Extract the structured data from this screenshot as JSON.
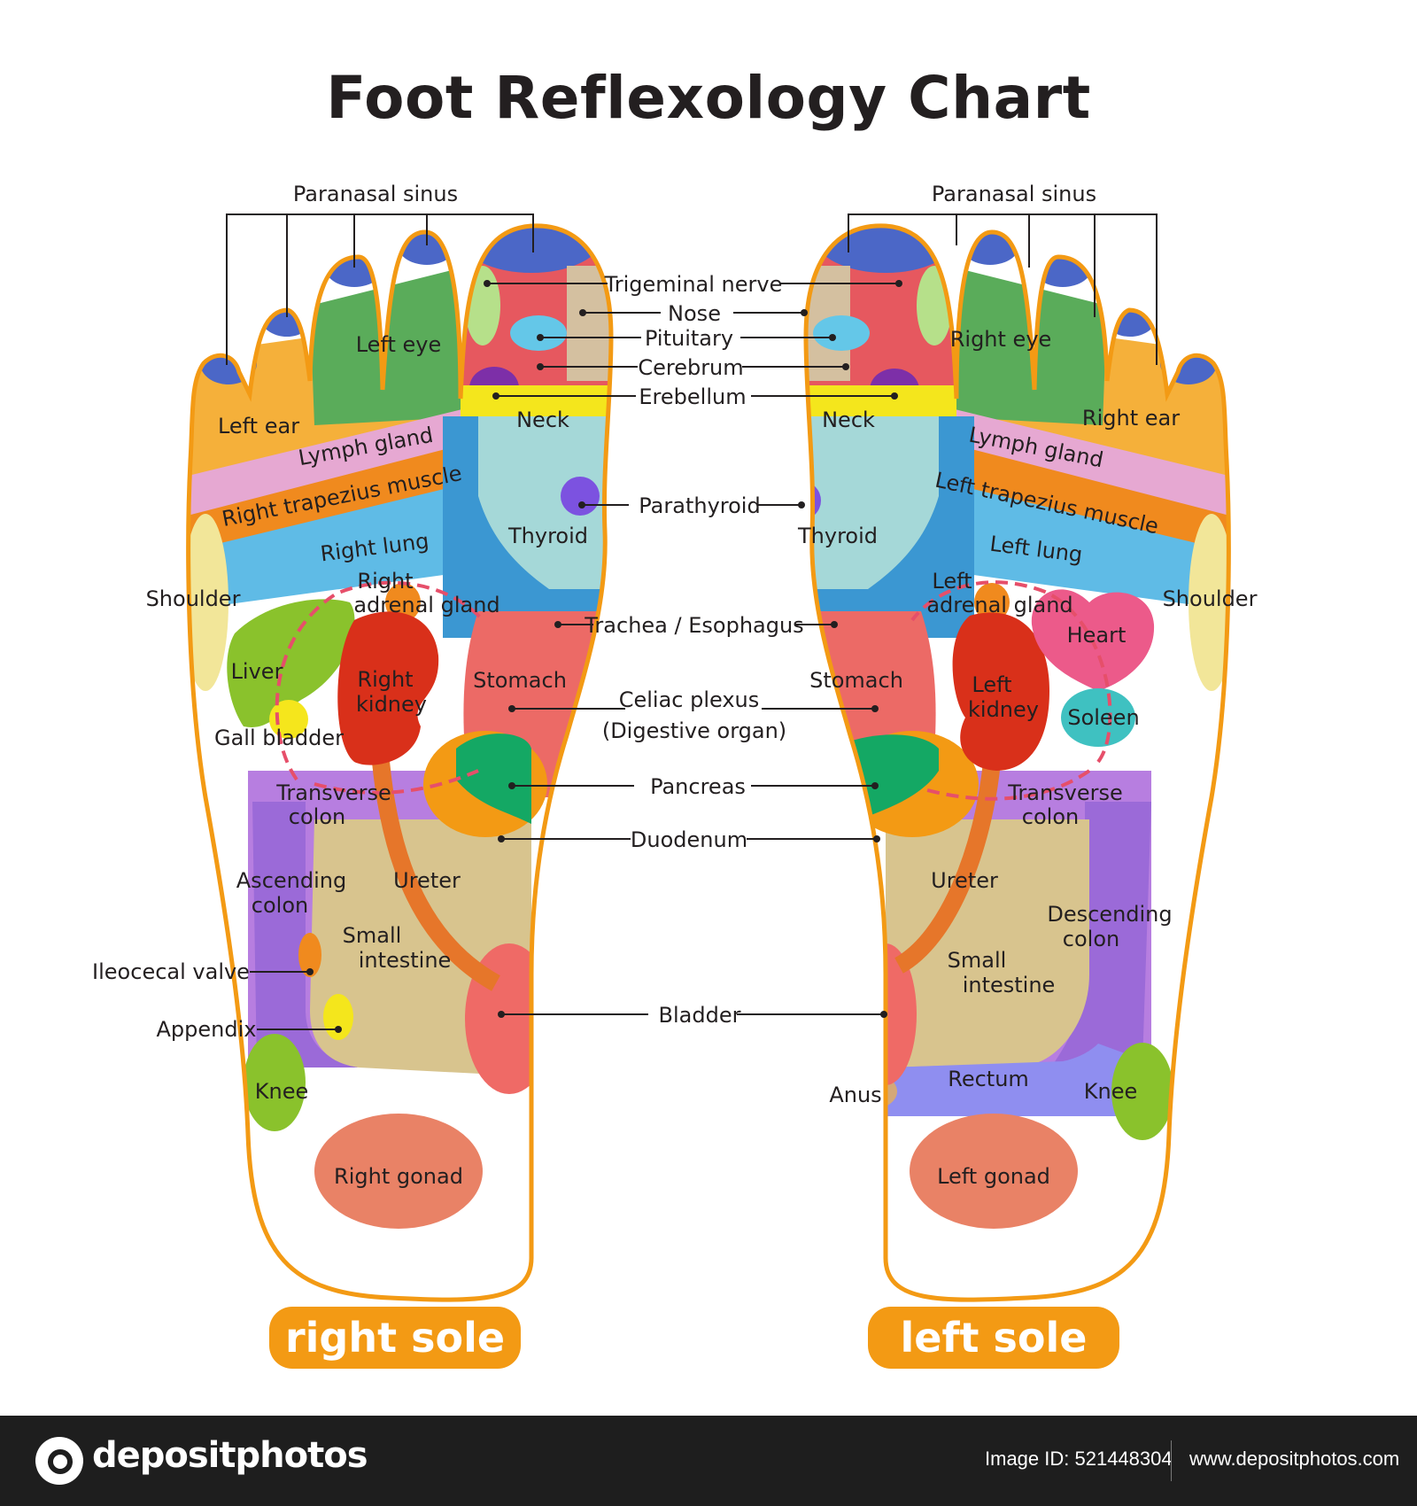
{
  "title": "Foot Reflexology Chart",
  "colors": {
    "outline": "#f39a14",
    "toe_tip": "#4b67c7",
    "eye": "#5aac5a",
    "ear": "#f5b03a",
    "lymph": "#e6a8d2",
    "trapezius": "#f08a1e",
    "lung": "#5fbbe6",
    "shoulder": "#f2e699",
    "head": "#e6585f",
    "nose": "#d4c0a0",
    "trigeminal": "#b6e08a",
    "pituitary": "#64c7e8",
    "cerebellum": "#7d2fa8",
    "neck": "#f4e61c",
    "thyroid": "#a5d8d8",
    "trachea": "#3b97d2",
    "parathyroid": "#7c52e0",
    "liver": "#8ac22c",
    "gall_bladder": "#f5e61c",
    "kidney": "#d9301a",
    "adrenal": "#f08a1e",
    "stomach": "#ec6a66",
    "pancreas": "#14a864",
    "duodenum": "#f39a14",
    "colon": "#9b6ad8",
    "small_intestine": "#d8c48e",
    "ureter": "#e6762a",
    "bladder": "#ef6a66",
    "knee": "#8ac22c",
    "gonad": "#e98266",
    "heart": "#ec5a8a",
    "spleen": "#3fc1c1",
    "rectum": "#8f8ef0",
    "anus": "#d4a878",
    "dashed": "#e64f6a"
  },
  "labels": {
    "paranasal_r": "Paranasal sinus",
    "paranasal_l": "Paranasal sinus",
    "trigeminal": "Trigeminal nerve",
    "nose": "Nose",
    "pituitary": "Pituitary",
    "cerebrum": "Cerebrum",
    "erebellum": "Erebellum",
    "parathyroid": "Parathyroid",
    "trachea": "Trachea / Esophagus",
    "celiac_1": "Celiac plexus",
    "celiac_2": "(Digestive organ)",
    "pancreas": "Pancreas",
    "duodenum": "Duodenum",
    "bladder": "Bladder",
    "ileocecal": "Ileocecal valve",
    "appendix": "Appendix",
    "right": {
      "left_eye": "Left eye",
      "left_ear": "Left ear",
      "lymph": "Lymph gland",
      "trapezius": "Right trapezius muscle",
      "lung": "Right lung",
      "shoulder": "Shoulder",
      "neck": "Neck",
      "thyroid": "Thyroid",
      "adrenal_1": "Right",
      "adrenal_2": "adrenal gland",
      "liver": "Liver",
      "gall": "Gall bladder",
      "kidney_1": "Right",
      "kidney_2": "kidney",
      "stomach": "Stomach",
      "transverse_1": "Transverse",
      "transverse_2": "colon",
      "ascending_1": "Ascending",
      "ascending_2": "colon",
      "ureter": "Ureter",
      "small_1": "Small",
      "small_2": "intestine",
      "knee": "Knee",
      "gonad": "Right gonad",
      "sole": "right sole"
    },
    "left": {
      "right_eye": "Right eye",
      "right_ear": "Right ear",
      "lymph": "Lymph gland",
      "trapezius": "Left trapezius muscle",
      "lung": "Left lung",
      "shoulder": "Shoulder",
      "neck": "Neck",
      "thyroid": "Thyroid",
      "adrenal_1": "Left",
      "adrenal_2": "adrenal gland",
      "heart": "Heart",
      "spleen": "Soleen",
      "kidney_1": "Left",
      "kidney_2": "kidney",
      "stomach": "Stomach",
      "transverse_1": "Transverse",
      "transverse_2": "colon",
      "descending_1": "Descending",
      "descending_2": "colon",
      "ureter": "Ureter",
      "small_1": "Small",
      "small_2": "intestine",
      "rectum": "Rectum",
      "anus": "Anus",
      "knee": "Knee",
      "gonad": "Left gonad",
      "sole": "left sole"
    }
  },
  "footer": {
    "brand": "depositphotos",
    "image_id": "Image ID: 521448304",
    "site": "www.depositphotos.com"
  }
}
